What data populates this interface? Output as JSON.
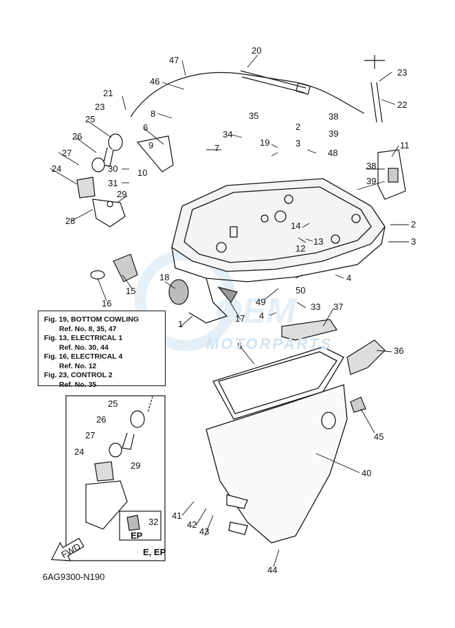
{
  "diagram": {
    "code": "6AG9300-N190",
    "watermark": {
      "brand": "OEM",
      "sub": "MOTORPARTS"
    },
    "fwd_label": "FWD",
    "reference_notes": [
      {
        "title": "Fig. 19, BOTTOM COWLING",
        "ref": "Ref. No. 8, 35, 47"
      },
      {
        "title": "Fig. 13, ELECTRICAL 1",
        "ref": "Ref. No. 30, 44"
      },
      {
        "title": "Fig. 16, ELECTRICAL 4",
        "ref": "Ref. No. 12"
      },
      {
        "title": "Fig. 23, CONTROL 2",
        "ref": "Ref. No. 35"
      }
    ],
    "inset": {
      "variant_label": "E, EP",
      "sub_label": "EP"
    },
    "callouts": {
      "c1": "1",
      "c2a": "2",
      "c2b": "2",
      "c3a": "3",
      "c3b": "3",
      "c4a": "4",
      "c4b": "4",
      "c5": "5",
      "c6": "6",
      "c7": "7",
      "c8": "8",
      "c9": "9",
      "c10": "10",
      "c11": "11",
      "c12": "12",
      "c13": "13",
      "c14": "14",
      "c15": "15",
      "c16": "16",
      "c17": "17",
      "c18": "18",
      "c19": "19",
      "c20": "20",
      "c21": "21",
      "c22": "22",
      "c23a": "23",
      "c23b": "23",
      "c24": "24",
      "c25": "25",
      "c26": "26",
      "c27": "27",
      "c28": "28",
      "c29": "29",
      "c30": "30",
      "c31": "31",
      "c33": "33",
      "c34": "34",
      "c35": "35",
      "c36": "36",
      "c37": "37",
      "c38a": "38",
      "c38b": "38",
      "c39a": "39",
      "c39b": "39",
      "c40": "40",
      "c41": "41",
      "c42": "42",
      "c43": "43",
      "c44": "44",
      "c45": "45",
      "c46": "46",
      "c47": "47",
      "c48": "48",
      "c49": "49",
      "c50": "50",
      "i25": "25",
      "i26": "26",
      "i27": "27",
      "i24": "24",
      "i29": "29",
      "i32": "32"
    }
  }
}
